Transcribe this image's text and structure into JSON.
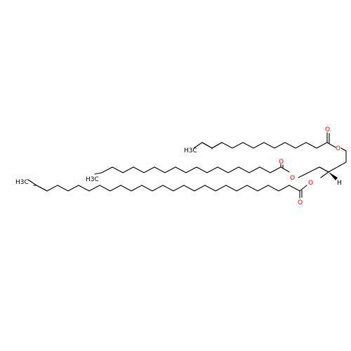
{
  "molecule": {
    "atom_labels": {
      "ester_oxygen_1": "O",
      "carbonyl_oxygen_1": "O",
      "ester_oxygen_2": "O",
      "carbonyl_oxygen_2": "O",
      "ester_oxygen_3": "O",
      "carbonyl_oxygen_3": "O",
      "stereo_hydrogen": "H",
      "terminal_ch3_chain2": "H3C",
      "terminal_ch3_chain3": "H3C",
      "terminal_ch3_chain1": "H3C"
    },
    "colors": {
      "bond": "#000000",
      "oxygen": "#ff0000",
      "carbon": "#000000"
    }
  }
}
